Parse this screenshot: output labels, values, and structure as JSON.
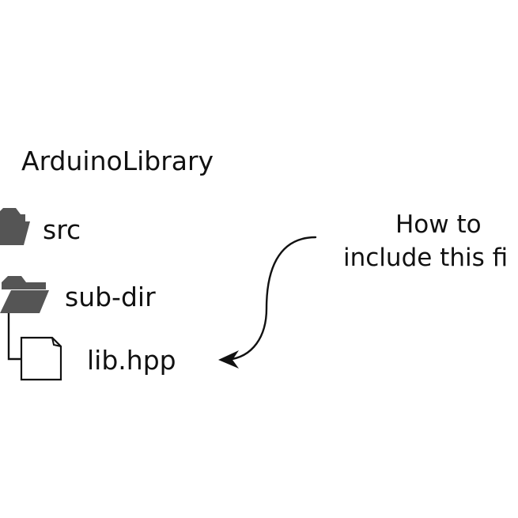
{
  "tree": {
    "root": {
      "label": "ArduinoLibrary",
      "icon": "folder-icon"
    },
    "src": {
      "label": "src",
      "icon": "folder-icon"
    },
    "sub_dir": {
      "label": "sub-dir",
      "icon": "folder-icon"
    },
    "file": {
      "label": "lib.hpp",
      "icon": "file-icon"
    }
  },
  "annotation": {
    "line1": "How to",
    "line2": "include this fi"
  },
  "colors": {
    "folder": "#555555",
    "ink": "#111111"
  }
}
